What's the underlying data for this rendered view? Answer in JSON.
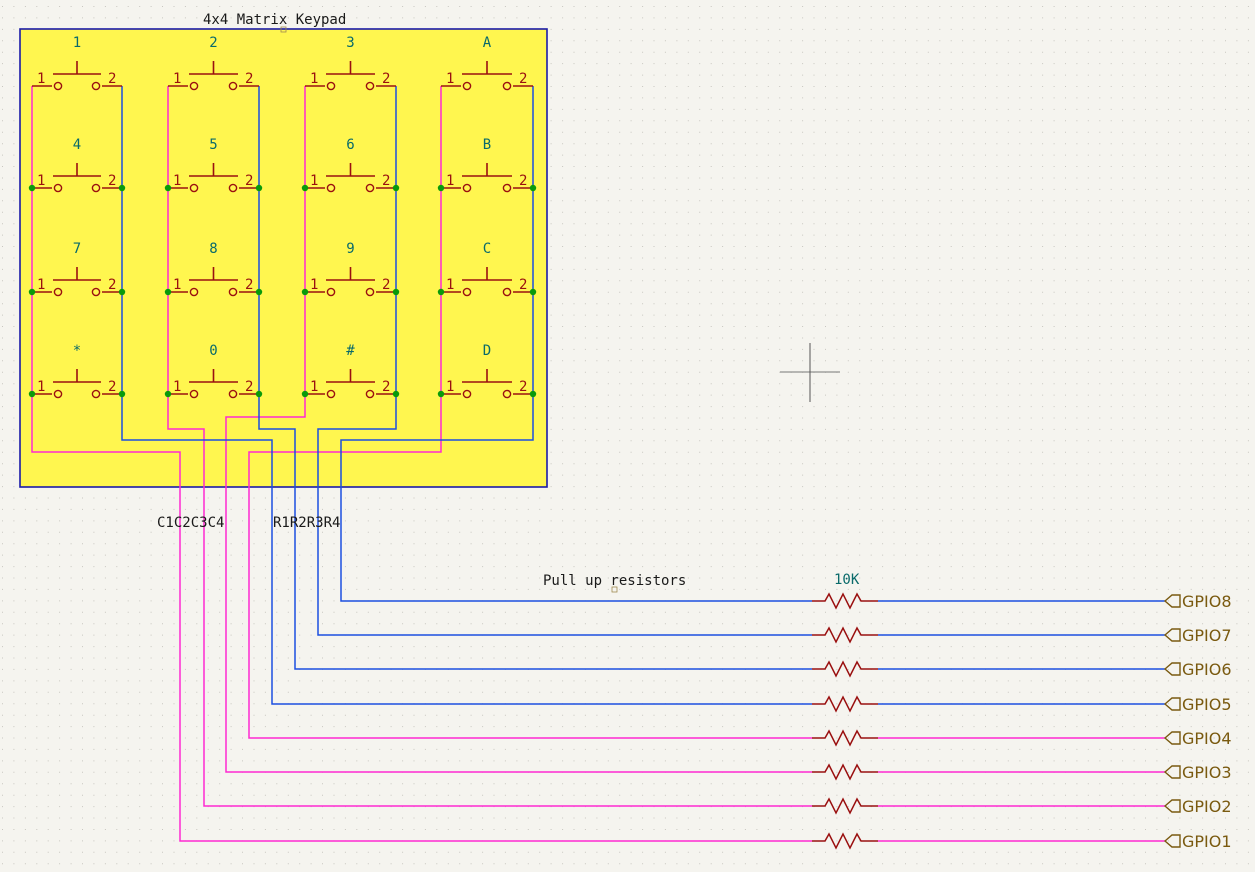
{
  "schematic": {
    "title": "4x4 Matrix Keypad",
    "note": "Pull up resistors",
    "resistor_value": "10K",
    "column_labels": "C1C2C3C4",
    "row_labels": "R1R2R3R4",
    "pin_left": "1",
    "pin_right": "2",
    "keys": [
      [
        "1",
        "2",
        "3",
        "A"
      ],
      [
        "4",
        "5",
        "6",
        "B"
      ],
      [
        "7",
        "8",
        "9",
        "C"
      ],
      [
        "*",
        "0",
        "#",
        "D"
      ]
    ],
    "nets": [
      {
        "name": "C1",
        "type": "column",
        "gpio": "GPIO1"
      },
      {
        "name": "C2",
        "type": "column",
        "gpio": "GPIO2"
      },
      {
        "name": "C3",
        "type": "column",
        "gpio": "GPIO3"
      },
      {
        "name": "C4",
        "type": "column",
        "gpio": "GPIO4"
      },
      {
        "name": "R1",
        "type": "row",
        "gpio": "GPIO5"
      },
      {
        "name": "R2",
        "type": "row",
        "gpio": "GPIO6"
      },
      {
        "name": "R3",
        "type": "row",
        "gpio": "GPIO7"
      },
      {
        "name": "R4",
        "type": "row",
        "gpio": "GPIO8"
      }
    ],
    "gpio_labels": [
      "GPIO8",
      "GPIO7",
      "GPIO6",
      "GPIO5",
      "GPIO4",
      "GPIO3",
      "GPIO2",
      "GPIO1"
    ]
  },
  "colors": {
    "background": "#f5f4ef",
    "keypad_fill": "#fff64f",
    "keypad_border": "#1a1aa8",
    "column_wire": "#ff2ad2",
    "row_wire": "#1c4fe0",
    "component": "#9a1010",
    "key_label": "#0a6a6a",
    "junction": "#0a9a0a",
    "gpio_label": "#7a5a10",
    "text": "#1a1a1a",
    "grid": "#c8c6c0",
    "crosshair": "#555555"
  }
}
